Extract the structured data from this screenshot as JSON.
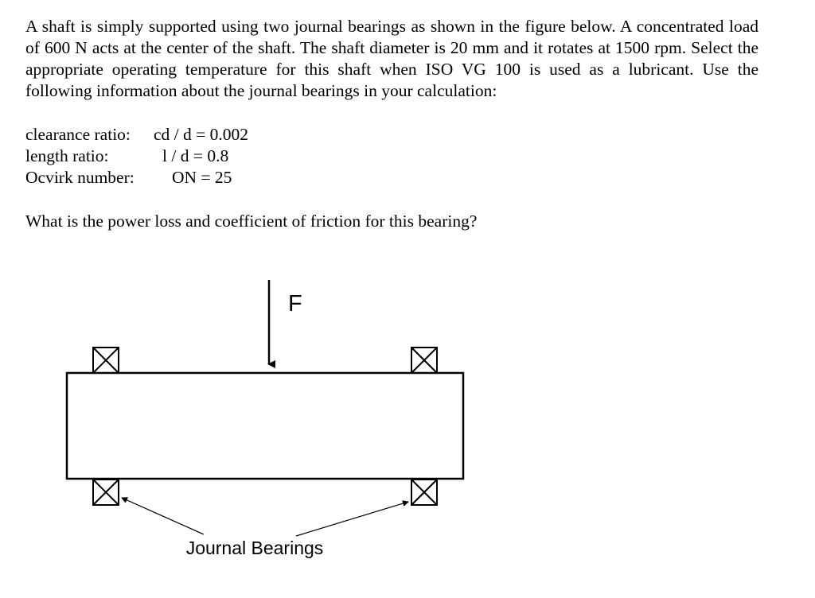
{
  "problem": {
    "statement": "A shaft is simply supported using two journal bearings as shown in the figure below. A concentrated load of 600 N acts at the center of the shaft. The shaft diameter is 20 mm and it rotates at 1500 rpm. Select the appropriate operating temperature for this shaft when ISO VG 100 is used as a lubricant. Use the following information about the journal bearings in your calculation:"
  },
  "params": [
    {
      "label": "clearance ratio:",
      "value": "cd / d = 0.002"
    },
    {
      "label": "length ratio:",
      "value": "l / d = 0.8"
    },
    {
      "label": "Ocvirk number:",
      "value": "ON = 25"
    }
  ],
  "question": "What is the power loss and coefficient of friction for this bearing?",
  "figure": {
    "force_label": "F",
    "bearings_label": "Journal Bearings"
  }
}
